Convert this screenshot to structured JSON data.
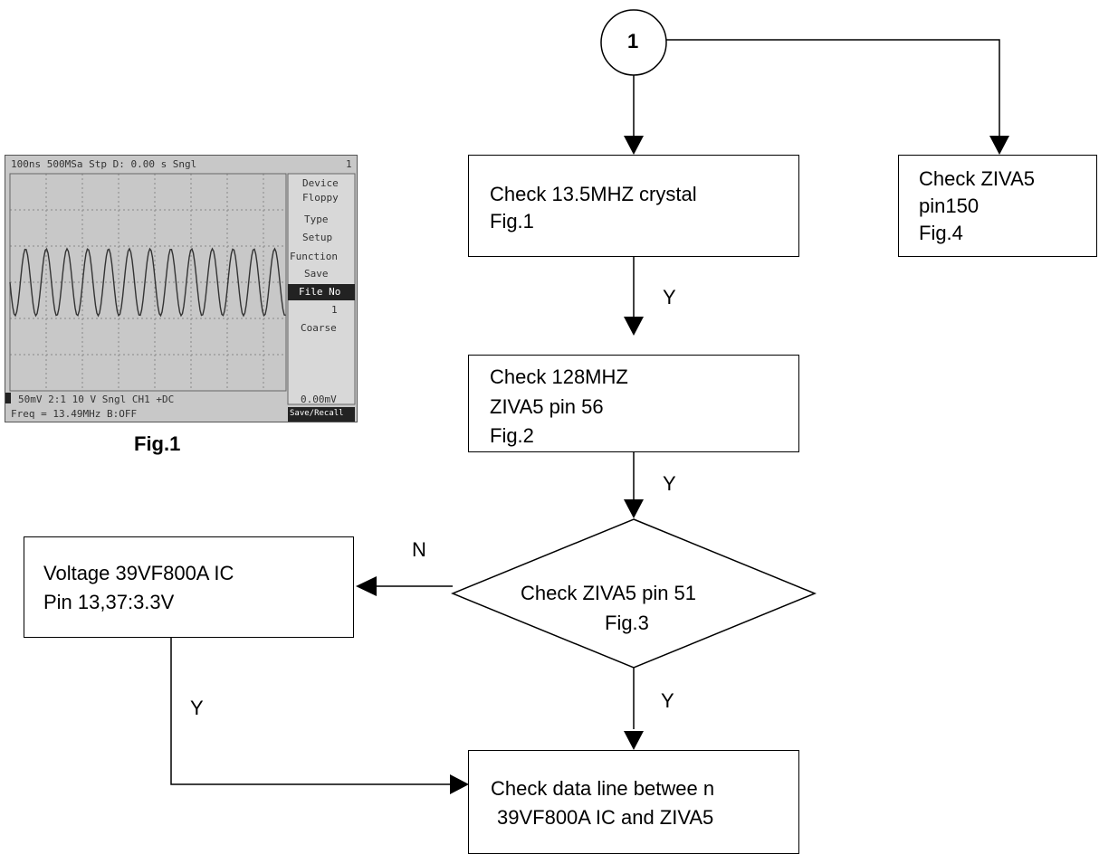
{
  "connector": {
    "label": "1"
  },
  "boxes": {
    "crystal": [
      "Check 13.5MHZ crystal",
      "Fig.1"
    ],
    "ziva_pin150": [
      "Check ZIVA5",
      "pin150",
      "Fig.4"
    ],
    "mhz128": [
      "Check 128MHZ",
      "ZIVA5 pin 56",
      "Fig.2"
    ],
    "voltage": [
      "Voltage 39VF800A IC",
      "Pin 13,37:3.3V"
    ],
    "dataline": [
      "Check data line betwee  n",
      "39VF800A IC and ZIVA5"
    ]
  },
  "decision": [
    "Check ZIVA5 pin 51",
    "Fig.3"
  ],
  "labels": {
    "y1": "Y",
    "y2": "Y",
    "y3": "Y",
    "y4": "Y",
    "n": "N"
  },
  "scope": {
    "top_bar": "100ns  500MSa  Stp D: 0.00 s  Sngl",
    "top_right": "1",
    "menu": [
      "Device",
      "Floppy",
      "Type",
      "Setup",
      "Function",
      "Save",
      "File No",
      "1",
      "Coarse"
    ],
    "bottom_line1": "50mV  2:1  10 V  Sngl CH1 +DC",
    "bottom_right1": "0.00mV",
    "bottom_line2": "Freq = 13.49MHz B:OFF",
    "bottom_right2": "Save/Recall",
    "caption": "Fig.1"
  }
}
